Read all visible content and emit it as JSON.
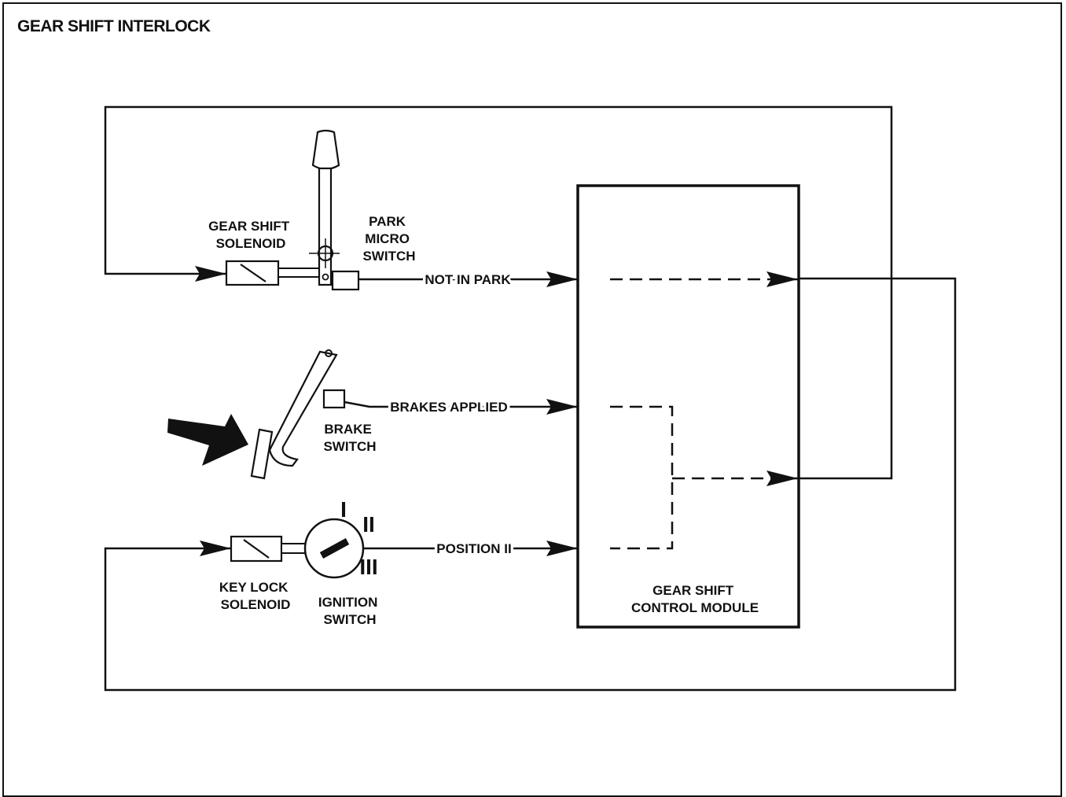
{
  "title": "GEAR SHIFT INTERLOCK",
  "labels": {
    "gear_shift_solenoid_line1": "GEAR SHIFT",
    "gear_shift_solenoid_line2": "SOLENOID",
    "park_micro_switch_line1": "PARK",
    "park_micro_switch_line2": "MICRO",
    "park_micro_switch_line3": "SWITCH",
    "not_in_park": "NOT IN PARK",
    "brakes_applied": "BRAKES APPLIED",
    "brake_switch_line1": "BRAKE",
    "brake_switch_line2": "SWITCH",
    "position_ii": "POSITION II",
    "key_lock_solenoid_line1": "KEY LOCK",
    "key_lock_solenoid_line2": "SOLENOID",
    "ignition_switch_line1": "IGNITION",
    "ignition_switch_line2": "SWITCH",
    "control_module_line1": "GEAR SHIFT",
    "control_module_line2": "CONTROL MODULE",
    "ignition_pos_1": "I",
    "ignition_pos_2": "II",
    "ignition_pos_3": "III"
  },
  "colors": {
    "ink": "#111111",
    "paper": "#ffffff"
  }
}
